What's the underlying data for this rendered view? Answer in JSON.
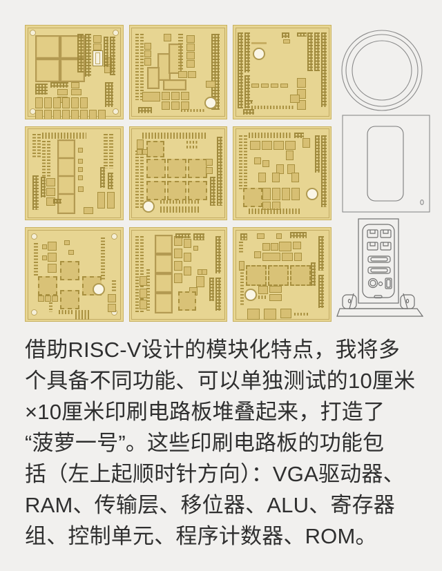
{
  "page": {
    "background_color": "#f1f0ee",
    "text_color": "#2f2f2f"
  },
  "hero": {
    "name": "pcb-stack-photo-montage",
    "pcb_color": "#e7d592",
    "pcb_border_color": "#c9b25f",
    "line_color": "#6d6d6d",
    "boards": [
      {
        "id": "board-1",
        "position": "top-left",
        "function": "VGA驱动器",
        "function_en": "VGA driver",
        "features": "four large square IC footprints, 7-segment display, dual pin headers"
      },
      {
        "id": "board-2",
        "position": "top-center",
        "function": "RAM",
        "function_en": "RAM",
        "features": "vertical DIP footprints, edge connectors, round oscillator"
      },
      {
        "id": "board-3",
        "position": "top-right",
        "function": "传输层",
        "function_en": "transport layer",
        "features": "dense edge headers, round button, open center"
      },
      {
        "id": "board-4",
        "position": "middle-left",
        "function": "ROM",
        "function_en": "ROM",
        "features": "four tall DIP sockets, multiple header banks"
      },
      {
        "id": "board-5",
        "position": "middle-center",
        "function": "程序计数器",
        "function_en": "program counter",
        "features": "seven PLCC square sockets in grid"
      },
      {
        "id": "board-6",
        "position": "middle-right",
        "function": "移位器",
        "function_en": "shifter",
        "features": "scattered SMD outlines, single PLCC socket, round cap"
      },
      {
        "id": "board-7",
        "position": "bottom-left",
        "function": "控制单元",
        "function_en": "control unit",
        "features": "four PLCC sockets, corner mounting holes, pin header strip"
      },
      {
        "id": "board-8",
        "position": "bottom-center",
        "function": "寄存器组",
        "function_en": "register file",
        "features": "four DIP sockets column, many small SMD pads"
      },
      {
        "id": "board-9",
        "position": "bottom-right",
        "function": "ALU",
        "function_en": "ALU",
        "features": "three PLCC sockets, USB/RJ connectors at bottom edge"
      }
    ],
    "objects": [
      {
        "id": "object-1",
        "name": "concentric-rings-drawing",
        "shape": "three concentric circles"
      },
      {
        "id": "object-2",
        "name": "enclosure-front-drawing",
        "shape": "rectangular case with rounded inner panel"
      },
      {
        "id": "object-3",
        "name": "io-panel-drawing",
        "shape": "vertical I/O panel on stand",
        "ports": [
          "rj45",
          "rj45",
          "rj45",
          "rj45",
          "db-connector",
          "db-connector",
          "round-jack",
          "power-switch"
        ]
      }
    ]
  },
  "caption": {
    "name": "article-caption",
    "lines": [
      "借助RISC-V设计的模块化特点，我将多",
      "个具备不同功能、可以单独测试的10厘米",
      "×10厘米印刷电路板堆叠起来，打造了",
      "“菠萝一号”。这些印刷电路板的功能包",
      "括（左上起顺时针方向）：VGA驱动器、",
      "RAM、传输层、移位器、ALU、寄存器",
      "组、控制单元、程序计数器、ROM。"
    ],
    "full_text": "借助RISC-V设计的模块化特点，我将多个具备不同功能、可以单独测试的10厘米×10厘米印刷电路板堆叠起来，打造了“菠萝一号”。这些印刷电路板的功能包括（左上起顺时针方向）：VGA驱动器、RAM、传输层、移位器、ALU、寄存器组、控制单元、程序计数器、ROM。"
  }
}
